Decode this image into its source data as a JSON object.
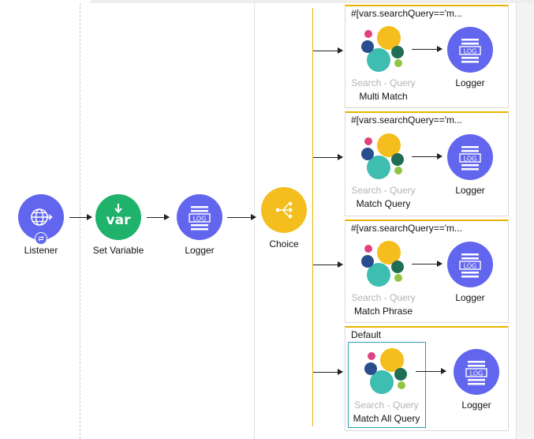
{
  "flow": {
    "listener": {
      "label": "Listener",
      "icon": "globe-icon",
      "color": "#6266ee"
    },
    "set_variable": {
      "label": "Set Variable",
      "icon_text": "var",
      "color": "#1fb26a"
    },
    "logger": {
      "label": "Logger",
      "icon_text": "LOG",
      "color": "#6266ee"
    },
    "choice": {
      "label": "Choice",
      "color": "#f3be1e"
    }
  },
  "routes": [
    {
      "title": "#[vars.searchQuery=='m...",
      "search_label": "Search - Query",
      "operation": "Multi Match",
      "logger_label": "Logger"
    },
    {
      "title": "#[vars.searchQuery=='m...",
      "search_label": "Search - Query",
      "operation": "Match Query",
      "logger_label": "Logger"
    },
    {
      "title": "#[vars.searchQuery=='m...",
      "search_label": "Search - Query",
      "operation": "Match Phrase",
      "logger_label": "Logger"
    },
    {
      "title": "Default",
      "search_label": "Search - Query",
      "operation": "Match All Query",
      "logger_label": "Logger"
    }
  ],
  "colors": {
    "route_border": "#e9b500",
    "selection": "#2fa3b5",
    "logger": "#6266ee"
  }
}
